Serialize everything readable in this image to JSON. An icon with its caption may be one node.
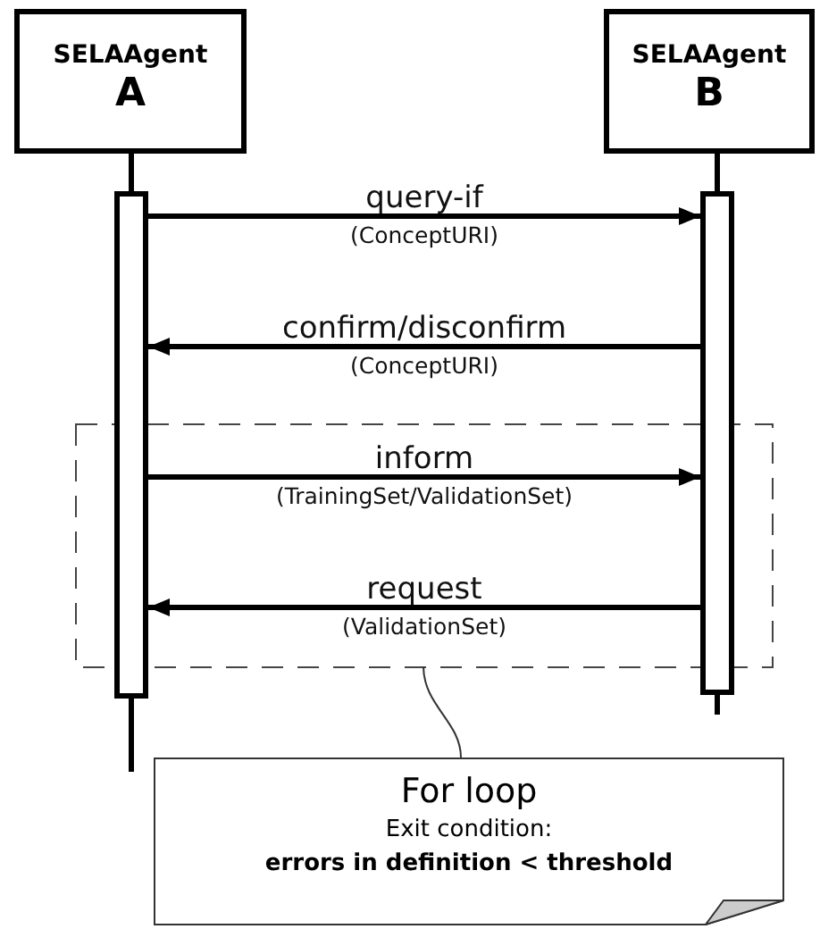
{
  "diagram": {
    "nodes": [
      {
        "text": [
          "SELAAgent",
          "A"
        ]
      },
      {
        "text": [
          "SELAAgent",
          "B"
        ]
      },
      {
        "text": [],
        "shape": "bar"
      },
      {
        "text": [],
        "shape": "bar"
      },
      {
        "text": [
          "For loop",
          "Exit condition:",
          "errors in definition < threshold"
        ]
      }
    ],
    "edges": [
      {
        "from": 0,
        "to": 2,
        "arrow": "none"
      },
      {
        "from": 1,
        "to": 3,
        "arrow": "none"
      },
      {
        "from": 2,
        "to": 3,
        "arrow": "to",
        "label": "query-if (ConceptURI)"
      },
      {
        "from": 3,
        "to": 2,
        "arrow": "to",
        "label": "confirm/disconfirm (ConceptURI)"
      },
      {
        "from": 2,
        "to": 3,
        "arrow": "to",
        "label": "inform (TrainingSet/ValidationSet)"
      },
      {
        "from": 3,
        "to": 2,
        "arrow": "to",
        "label": "request (ValidationSet)"
      },
      {
        "from": 4,
        "to": null,
        "arrow": "none"
      },
      {
        "from": 2,
        "to": null,
        "arrow": "none"
      },
      {
        "from": 3,
        "to": null,
        "arrow": "none"
      }
    ]
  }
}
